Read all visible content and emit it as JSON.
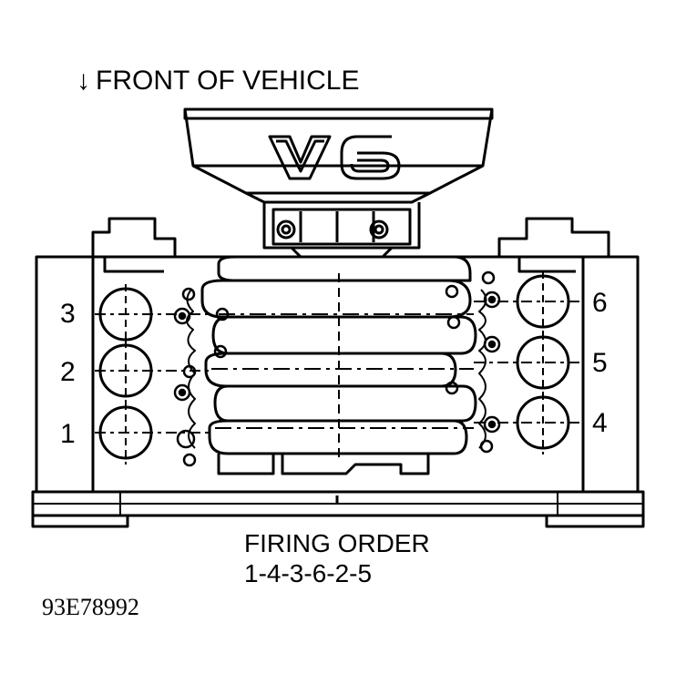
{
  "header": {
    "arrow_icon": "down-arrow-icon",
    "front_label": "FRONT OF VEHICLE"
  },
  "engine": {
    "logo_text": "V6",
    "left_bank": [
      "3",
      "2",
      "1"
    ],
    "right_bank": [
      "6",
      "5",
      "4"
    ]
  },
  "firing_order": {
    "title": "FIRING ORDER",
    "sequence": "1-4-3-6-2-5"
  },
  "figure_id": "93E78992",
  "colors": {
    "ink": "#000000",
    "paper": "#ffffff"
  }
}
